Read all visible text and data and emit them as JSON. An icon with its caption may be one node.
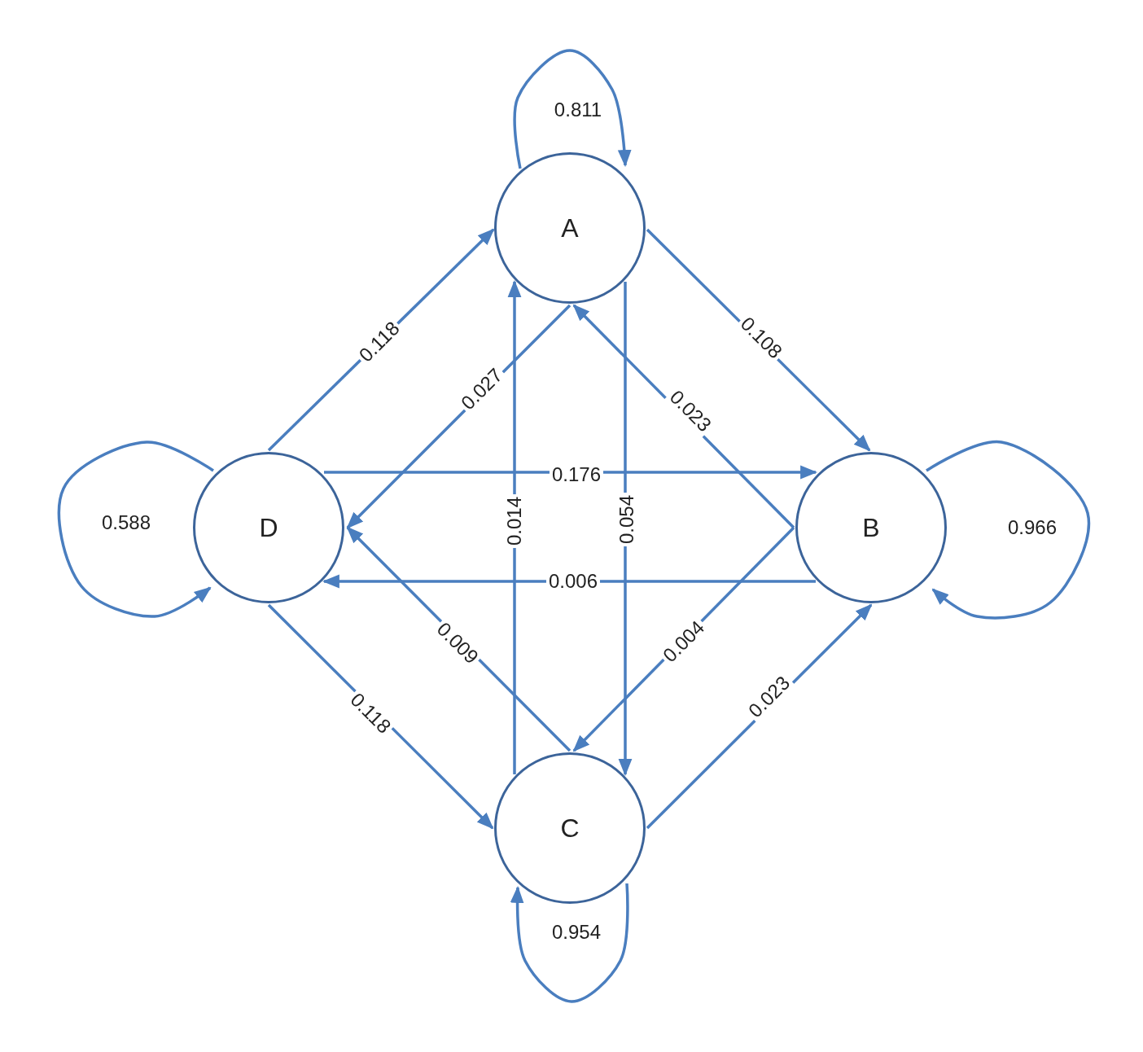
{
  "diagram": {
    "nodes": [
      {
        "text": [
          "A"
        ]
      },
      {
        "text": [
          "B"
        ]
      },
      {
        "text": [
          "C"
        ]
      },
      {
        "text": [
          "D"
        ]
      }
    ],
    "edges": [
      {
        "from": 0,
        "to": 0,
        "arrow": "to",
        "label": "0.811"
      },
      {
        "from": 3,
        "to": 3,
        "arrow": "to",
        "label": "0.588"
      },
      {
        "from": 1,
        "to": 1,
        "arrow": "to",
        "label": "0.966"
      },
      {
        "from": 2,
        "to": 2,
        "arrow": "to",
        "label": "0.954"
      },
      {
        "from": 3,
        "to": 0,
        "arrow": "to",
        "label": "0.118"
      },
      {
        "from": 0,
        "to": 1,
        "arrow": "to",
        "label": "0.108"
      },
      {
        "from": 1,
        "to": 0,
        "arrow": "to",
        "label": "0.023"
      },
      {
        "from": 0,
        "to": 3,
        "arrow": "to",
        "label": "0.027"
      },
      {
        "from": 3,
        "to": 1,
        "arrow": "to",
        "label": "0.176"
      },
      {
        "from": 0,
        "to": 2,
        "arrow": "to",
        "label": "0.054"
      },
      {
        "from": 2,
        "to": 0,
        "arrow": "to",
        "label": "0.014"
      },
      {
        "from": 1,
        "to": 3,
        "arrow": "to",
        "label": "0.006"
      },
      {
        "from": 2,
        "to": 3,
        "arrow": "to",
        "label": "0.009"
      },
      {
        "from": 1,
        "to": 2,
        "arrow": "to",
        "label": "0.004"
      },
      {
        "from": 3,
        "to": 2,
        "arrow": "to",
        "label": "0.118"
      },
      {
        "from": 2,
        "to": 1,
        "arrow": "to",
        "label": "0.023"
      }
    ]
  }
}
